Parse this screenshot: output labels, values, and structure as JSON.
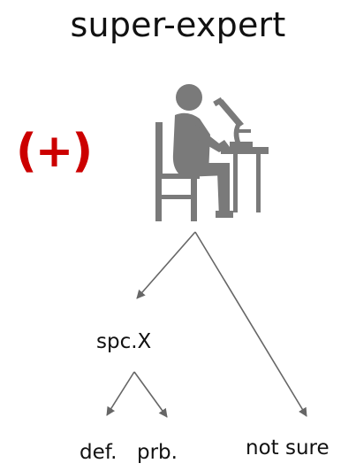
{
  "title": "super-expert",
  "badge": {
    "text": "(+)",
    "color": "#cc0000"
  },
  "icon": {
    "name": "scientist-microscope-icon",
    "color": "#7a7a7a"
  },
  "tree": {
    "branch_left_label": "spc.X",
    "branch_right_label": "not sure",
    "leaf_left_label": "def.",
    "leaf_right_label": "prb."
  },
  "arrow_color": "#666666"
}
